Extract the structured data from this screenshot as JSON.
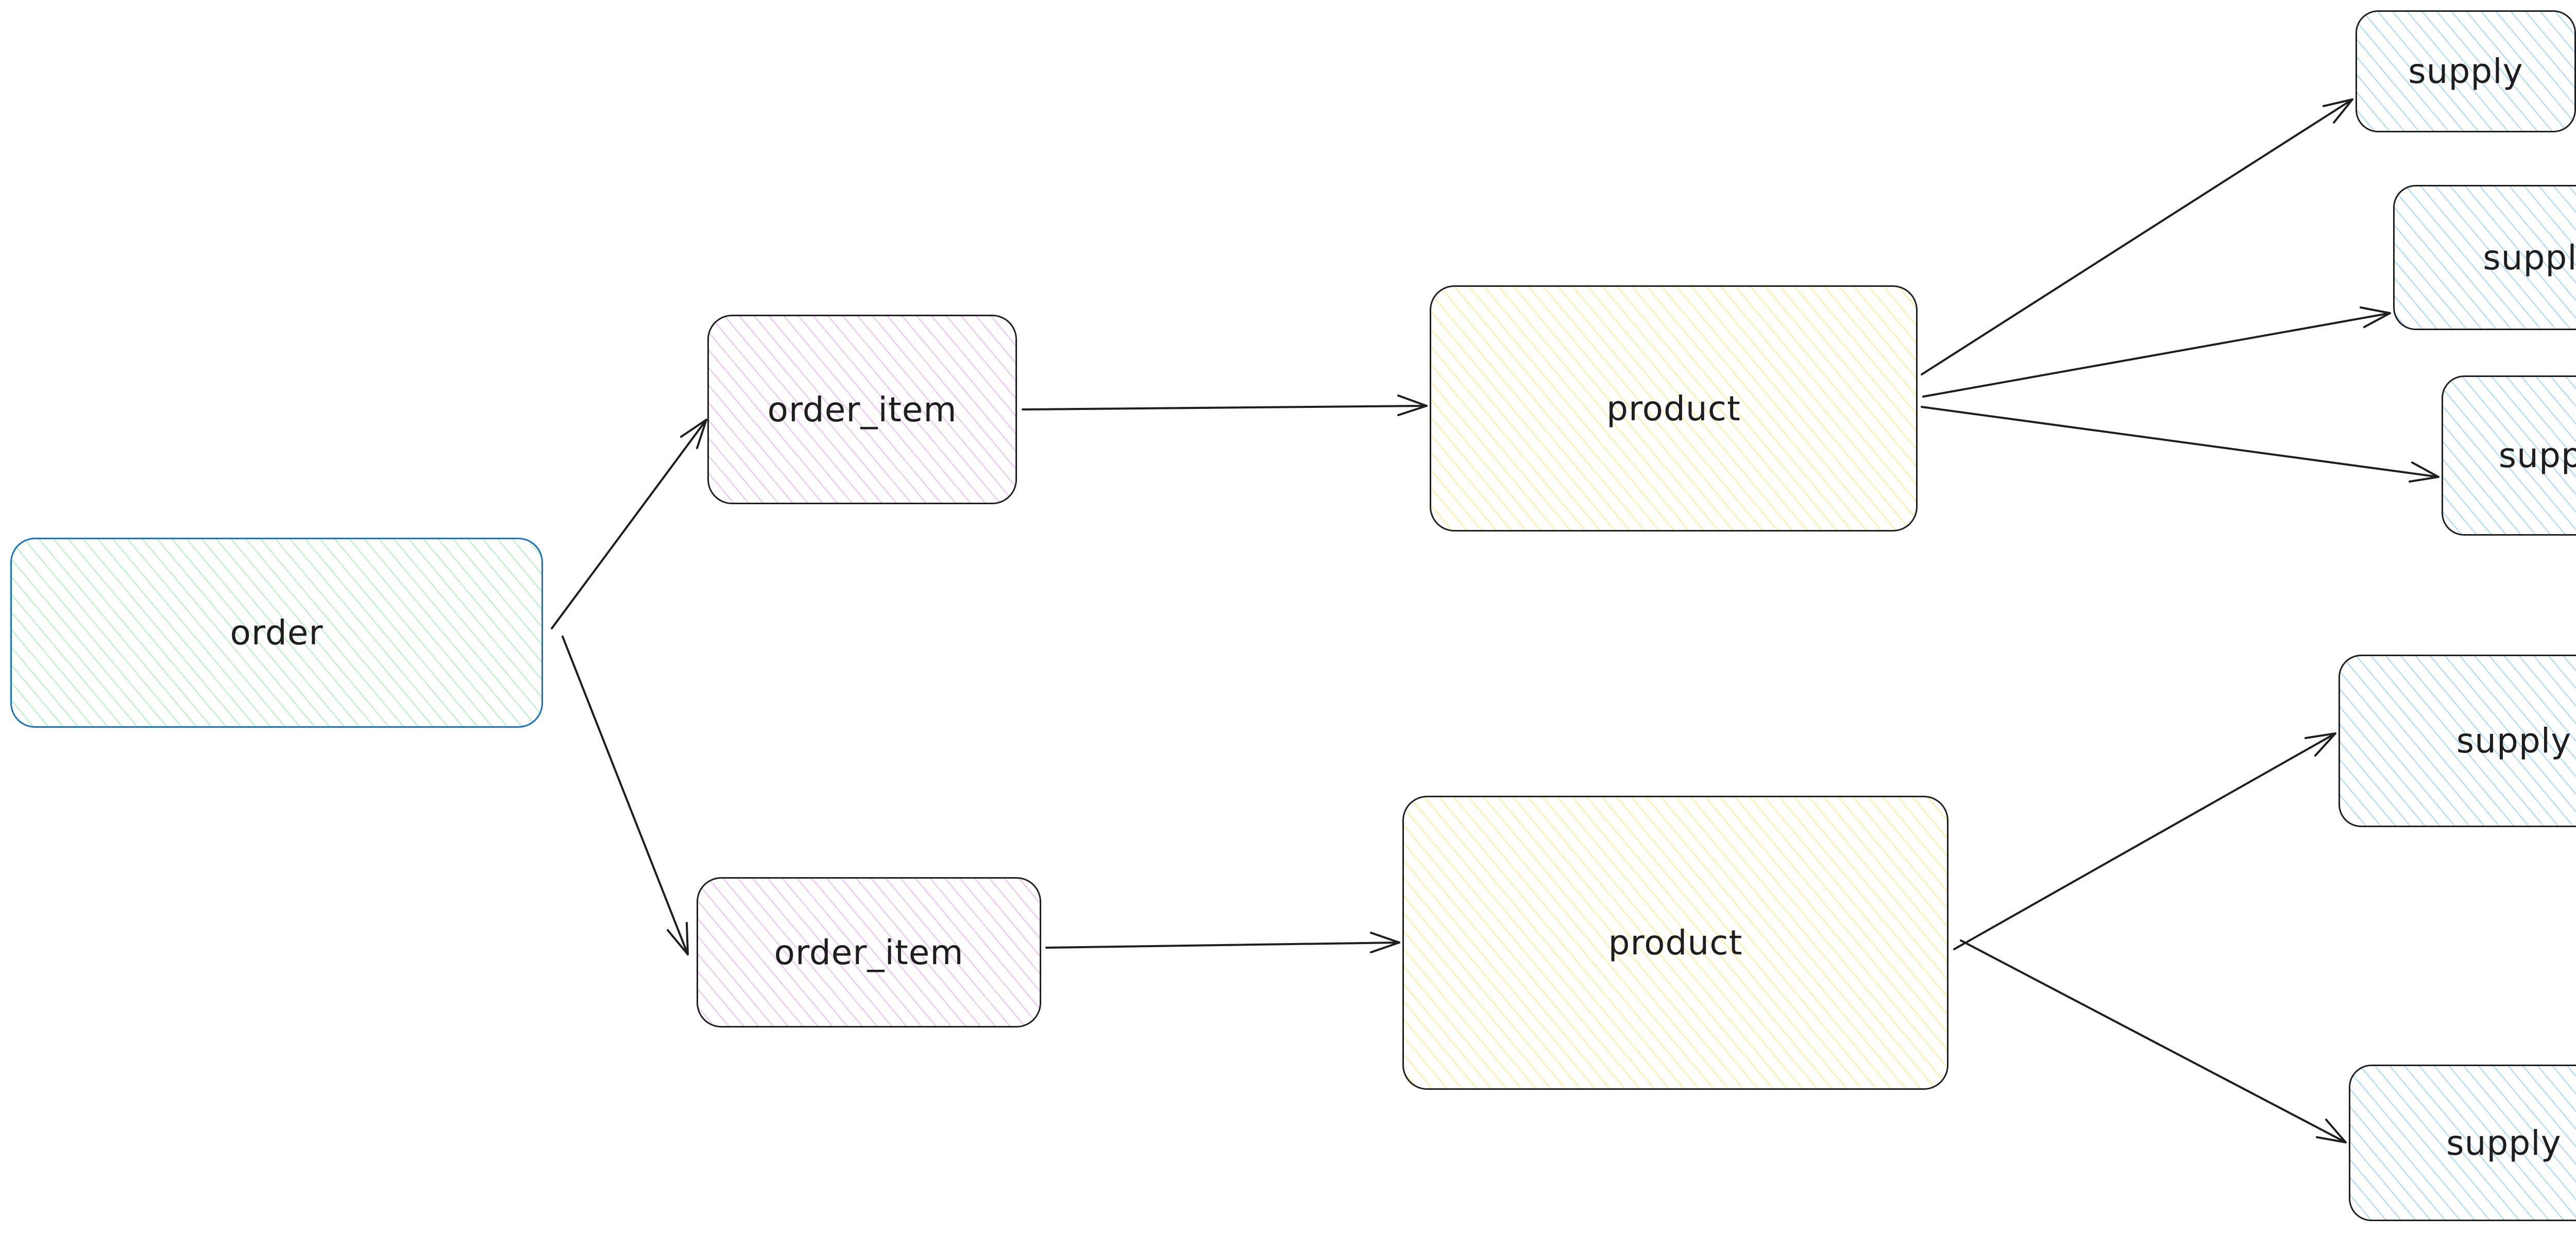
{
  "diagram": {
    "colors": {
      "order_fill": "#b2f2bb",
      "order_border": "#1971c2",
      "order_item_fill": "#eebefa",
      "product_fill": "#ffec99",
      "supply_fill": "#a5d8ff",
      "stroke": "#1e1e1e",
      "background": "#ffffff"
    },
    "nodes": {
      "order": {
        "label": "order"
      },
      "order_item_1": {
        "label": "order_item"
      },
      "order_item_2": {
        "label": "order_item"
      },
      "product_1": {
        "label": "product"
      },
      "product_2": {
        "label": "product"
      },
      "supply_1": {
        "label": "supply"
      },
      "supply_2": {
        "label": "supply"
      },
      "supply_3": {
        "label": "supply"
      },
      "supply_4": {
        "label": "supply"
      },
      "supply_5": {
        "label": "supply"
      }
    },
    "edges": [
      {
        "from": "order",
        "to": "order_item_1"
      },
      {
        "from": "order",
        "to": "order_item_2"
      },
      {
        "from": "order_item_1",
        "to": "product_1"
      },
      {
        "from": "order_item_2",
        "to": "product_2"
      },
      {
        "from": "product_1",
        "to": "supply_1"
      },
      {
        "from": "product_1",
        "to": "supply_2"
      },
      {
        "from": "product_1",
        "to": "supply_3"
      },
      {
        "from": "product_2",
        "to": "supply_4"
      },
      {
        "from": "product_2",
        "to": "supply_5"
      }
    ]
  }
}
